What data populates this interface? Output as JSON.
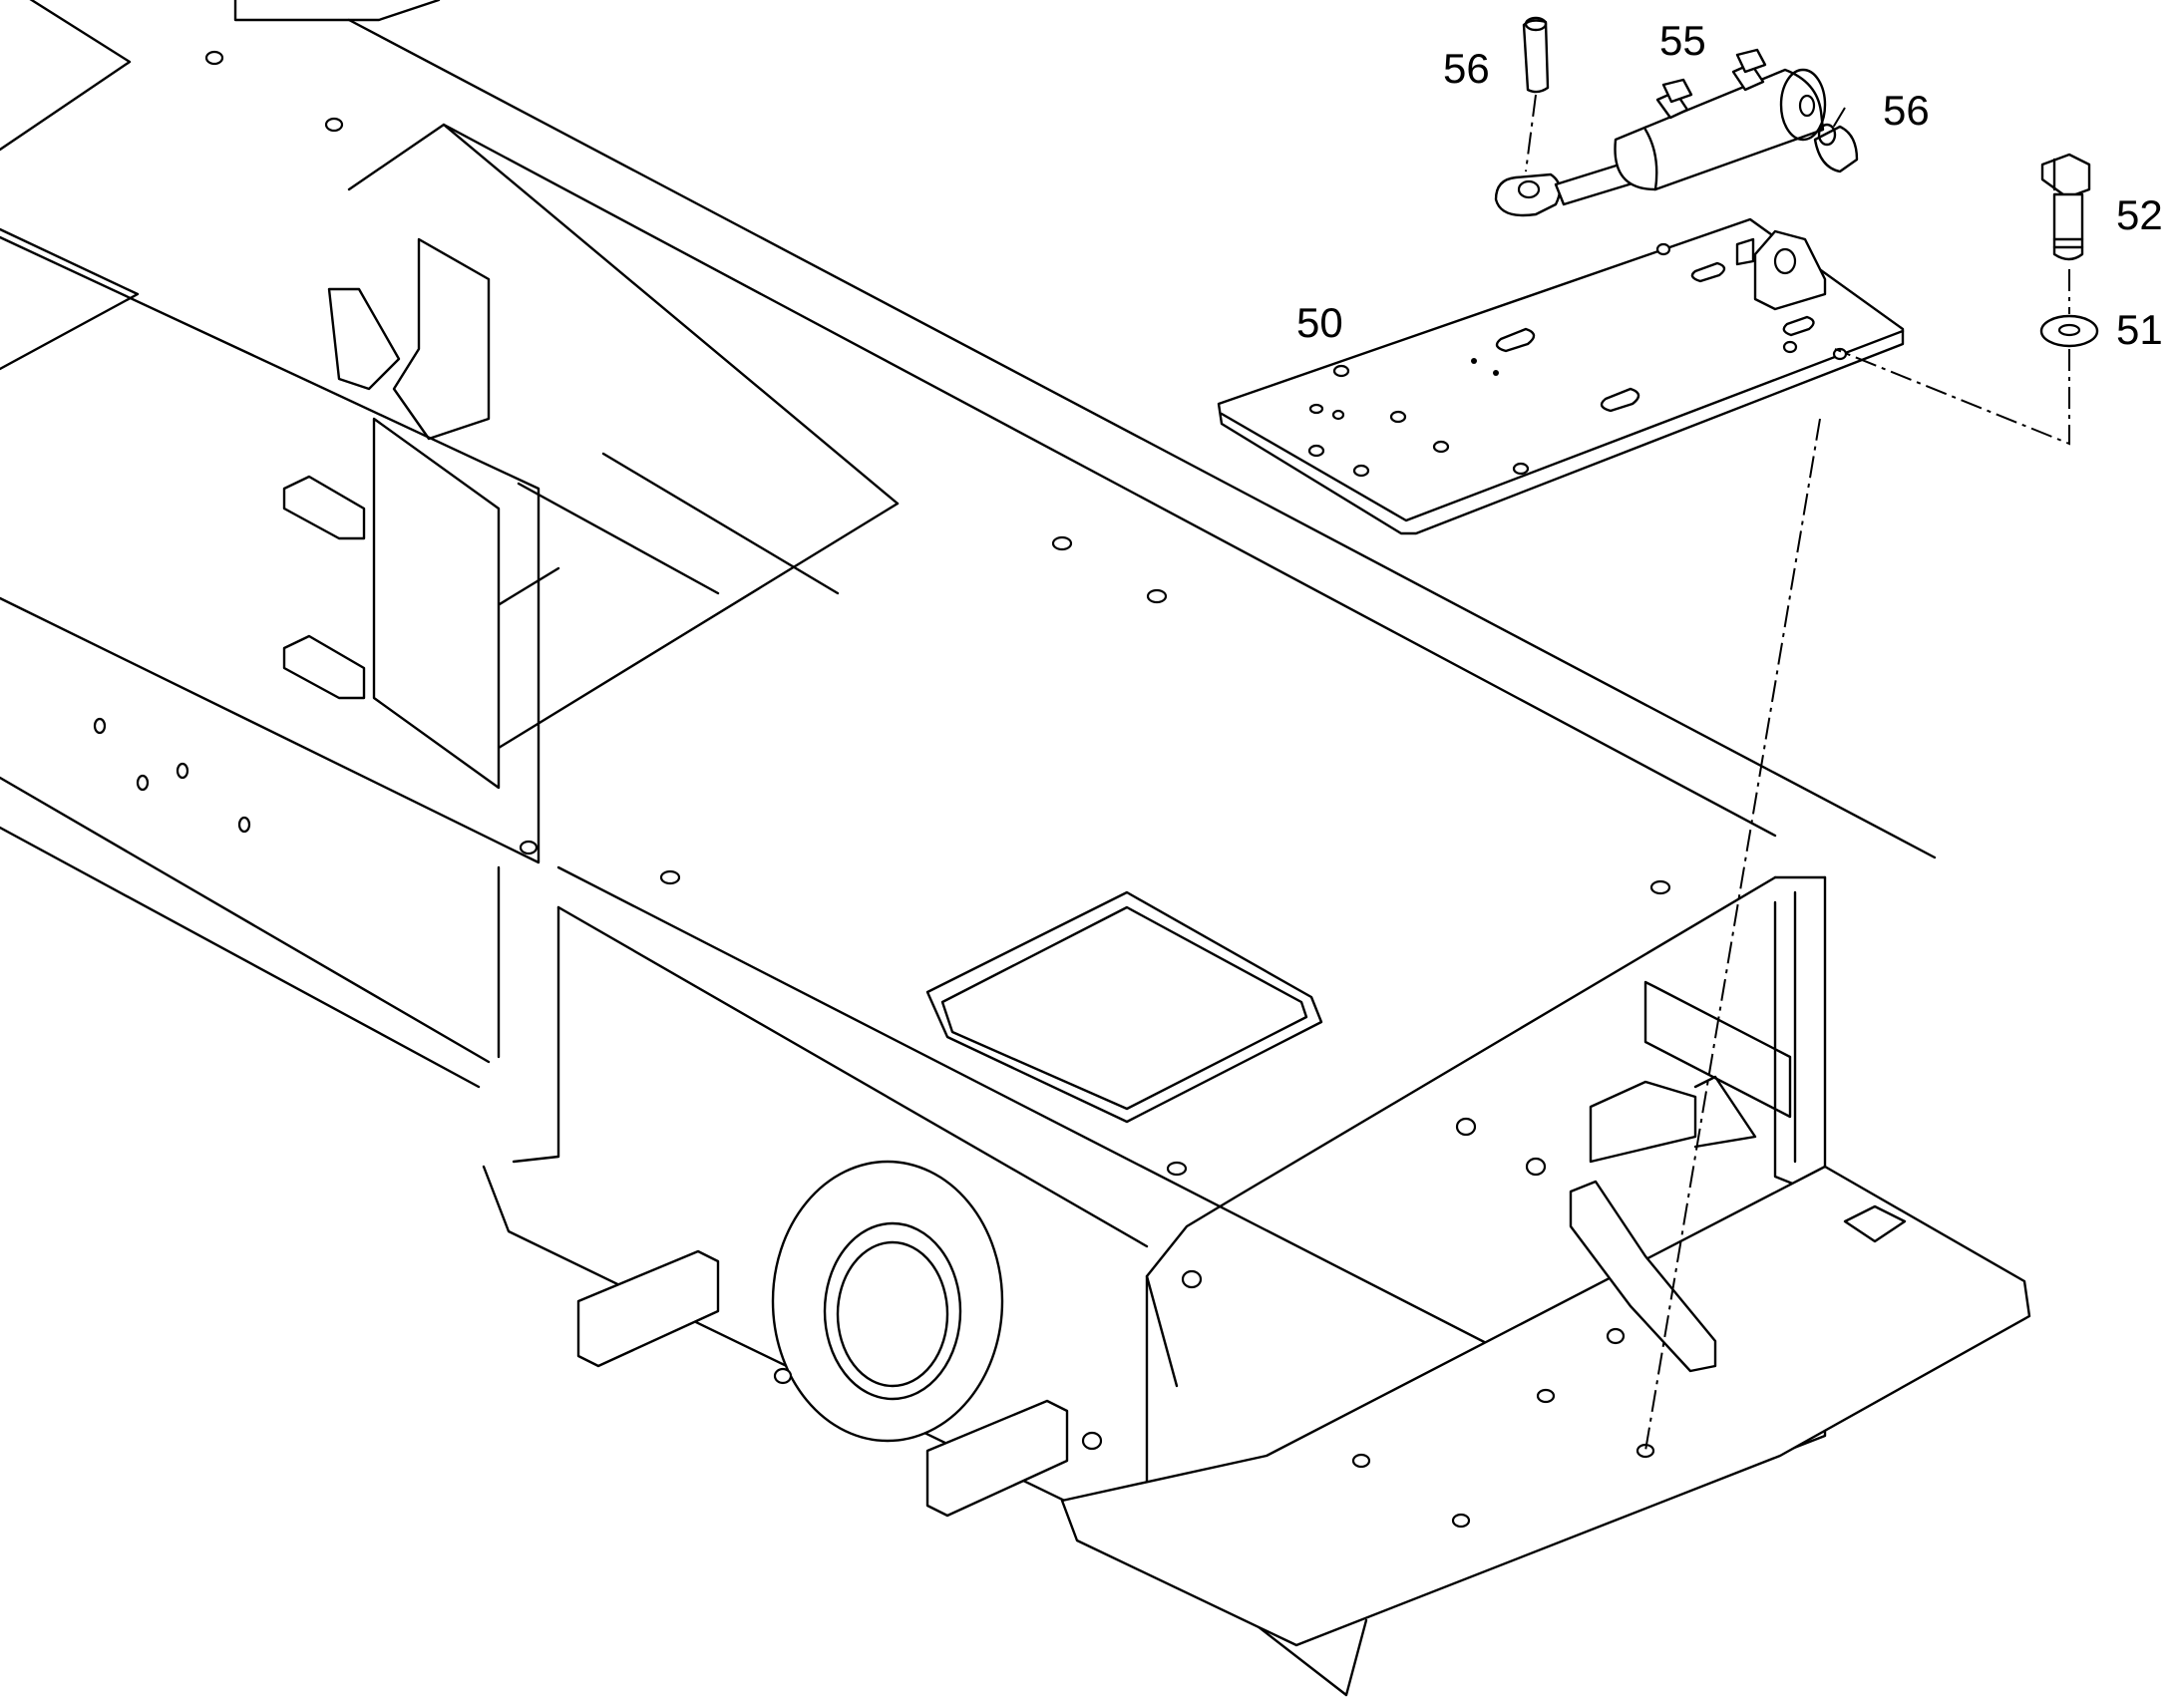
{
  "colors": {
    "line": "#000000",
    "background": "#ffffff"
  },
  "callouts": [
    {
      "id": "label-56-top",
      "text": "56"
    },
    {
      "id": "label-55",
      "text": "55"
    },
    {
      "id": "label-56-right",
      "text": "56"
    },
    {
      "id": "label-52",
      "text": "52"
    },
    {
      "id": "label-50",
      "text": "50"
    },
    {
      "id": "label-51",
      "text": "51"
    }
  ]
}
